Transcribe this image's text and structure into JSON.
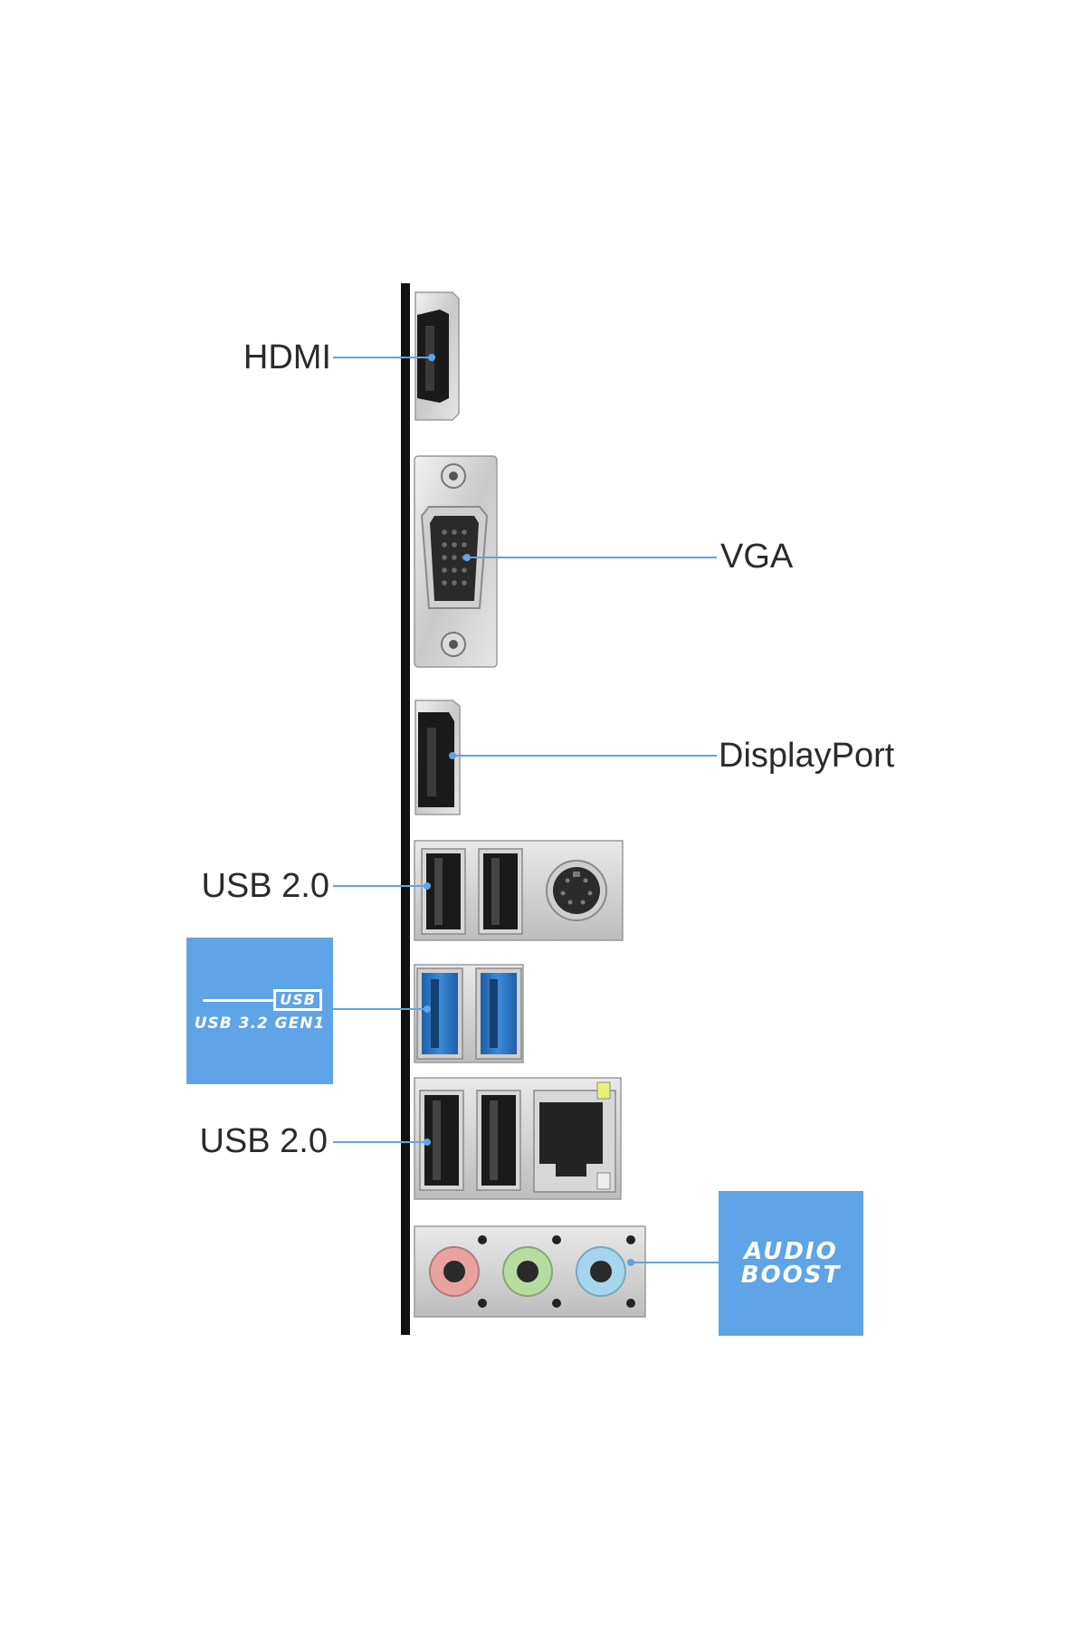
{
  "labels": {
    "hdmi": "HDMI",
    "vga": "VGA",
    "displayport": "DisplayPort",
    "usb2_top": "USB 2.0",
    "usb2_bottom": "USB 2.0"
  },
  "badges": {
    "usb32": {
      "logo": "USB",
      "text": "USB 3.2 GEN1"
    },
    "audio": {
      "line1": "AUDIO",
      "line2": "BOOST"
    }
  },
  "colors": {
    "callout_line": "#5ea4e6",
    "badge_bg": "#5ea4e6",
    "panel_bar": "#111111",
    "audio_pink": "#e8a3a0",
    "audio_green": "#b7dca0",
    "audio_blue": "#a6d6ee",
    "usb3_blue": "#2f79c8"
  }
}
